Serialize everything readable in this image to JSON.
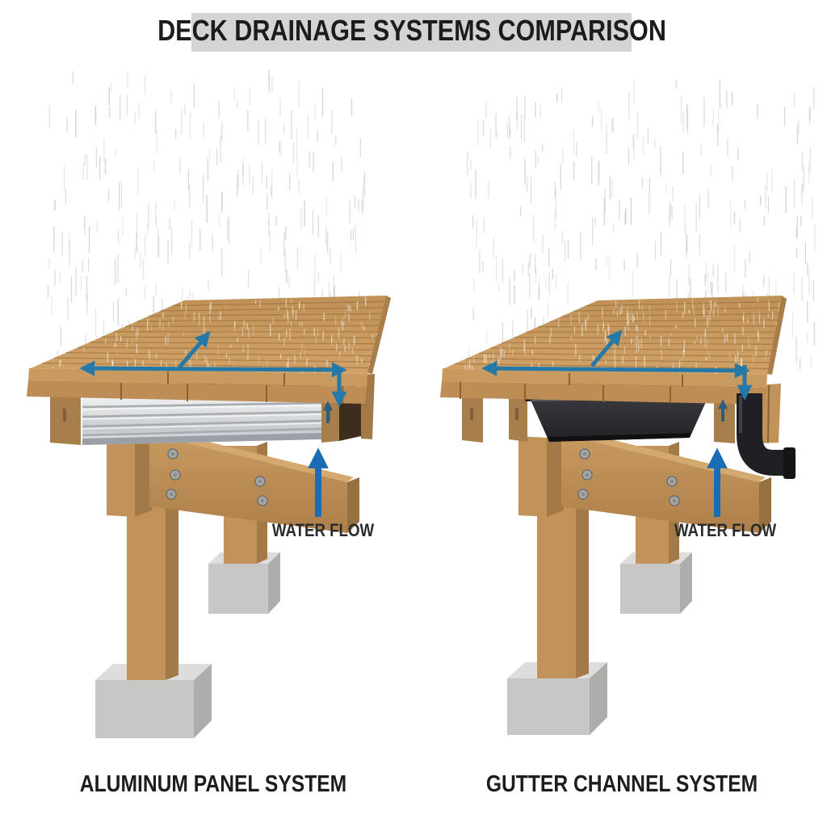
{
  "title": "DECK DRAINAGE SYSTEMS COMPARISON",
  "systems": [
    {
      "label": "ALUMINUM PANEL SYSTEM",
      "water_flow_label": "WATER FLOW"
    },
    {
      "label": "GUTTER CHANNEL SYSTEM",
      "water_flow_label": "WATER FLOW"
    }
  ],
  "colors": {
    "banner_bg": "#d4d4d4",
    "title_text": "#1c1c1c",
    "label_text": "#1d1d1d",
    "deck_wood": "#c89a63",
    "wood_dark": "#a87e4b",
    "wood_side": "#a37a47",
    "aluminum_light": "#f5f6f7",
    "aluminum_dark": "#c6c9cd",
    "gutter_black": "#2b2b2f",
    "pipe_black": "#202024",
    "concrete": "#c7c7c5",
    "arrow_teal": "#2579a9",
    "arrow_flow_blue": "#1a6cb4",
    "arrow_small": "#2b5d80",
    "rain": "#c3c8cd"
  }
}
